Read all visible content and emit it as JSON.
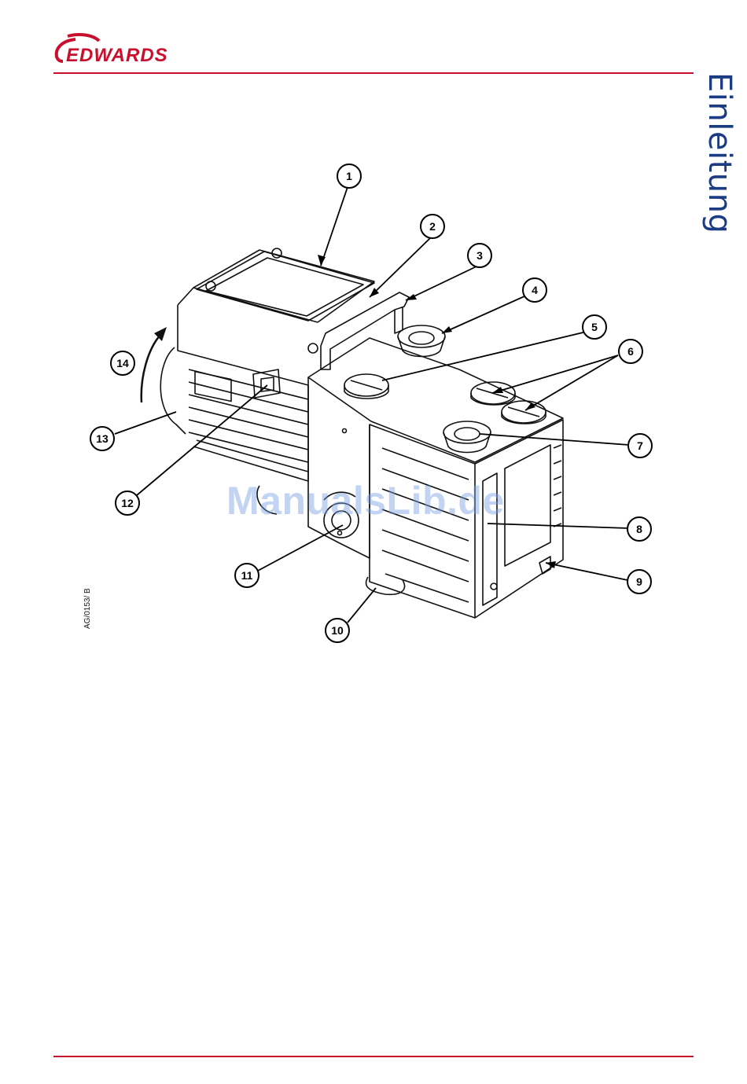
{
  "header": {
    "brand": "EDWARDS",
    "brand_color": "#c8102e"
  },
  "section": {
    "label": "Einleitung",
    "color": "#1b3b82"
  },
  "figure": {
    "code": "AG/0153/ B",
    "callouts": [
      "1",
      "2",
      "3",
      "4",
      "5",
      "6",
      "7",
      "8",
      "9",
      "10",
      "11",
      "12",
      "13",
      "14"
    ]
  },
  "watermark": {
    "text": "ManualsLib.de"
  }
}
